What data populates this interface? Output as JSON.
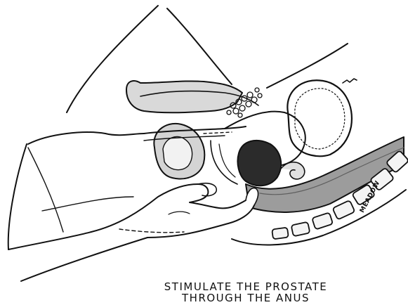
{
  "illustration": {
    "caption_lines": [
      "STIMULATE THE PROSTATE",
      "THROUGH THE ANUS"
    ],
    "signature": "MEADOW",
    "colors": {
      "ink": "#111111",
      "light_gray": "#d4d4d4",
      "mid_gray": "#9c9c9c",
      "dark_gray": "#5e5e5e",
      "near_black": "#2b2b2b"
    }
  }
}
